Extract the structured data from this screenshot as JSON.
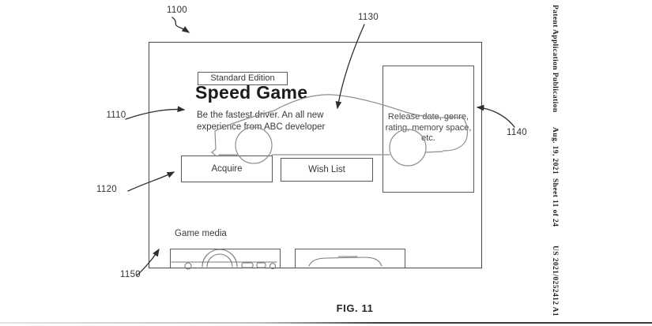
{
  "page_header": {
    "publication": "Patent Application Publication",
    "date": "Aug. 19, 2021",
    "sheet": "Sheet 11 of 24",
    "patent_number": "US 2021/0252412 A1"
  },
  "figure_caption": "FIG. 11",
  "store_ui": {
    "edition_badge": "Standard Edition",
    "title": "Speed Game",
    "description": {
      "line1": "Be the fastest driver. An all new",
      "line2": "experience from ABC developer"
    },
    "acquire_button": "Acquire",
    "wishlist_button": "Wish List",
    "info_box": {
      "line1": "Release date, genre,",
      "line2": "rating, memory space,",
      "line3": "etc."
    },
    "media_label": "Game media"
  },
  "annotations": {
    "r1100": "1100",
    "r1110": "1110",
    "r1120": "1120",
    "r1130": "1130",
    "r1140": "1140",
    "r1150": "1150"
  },
  "colors": {
    "ink": "#2e2e2e",
    "sketch_line": "#8d8d8d",
    "background": "#ffffff"
  }
}
